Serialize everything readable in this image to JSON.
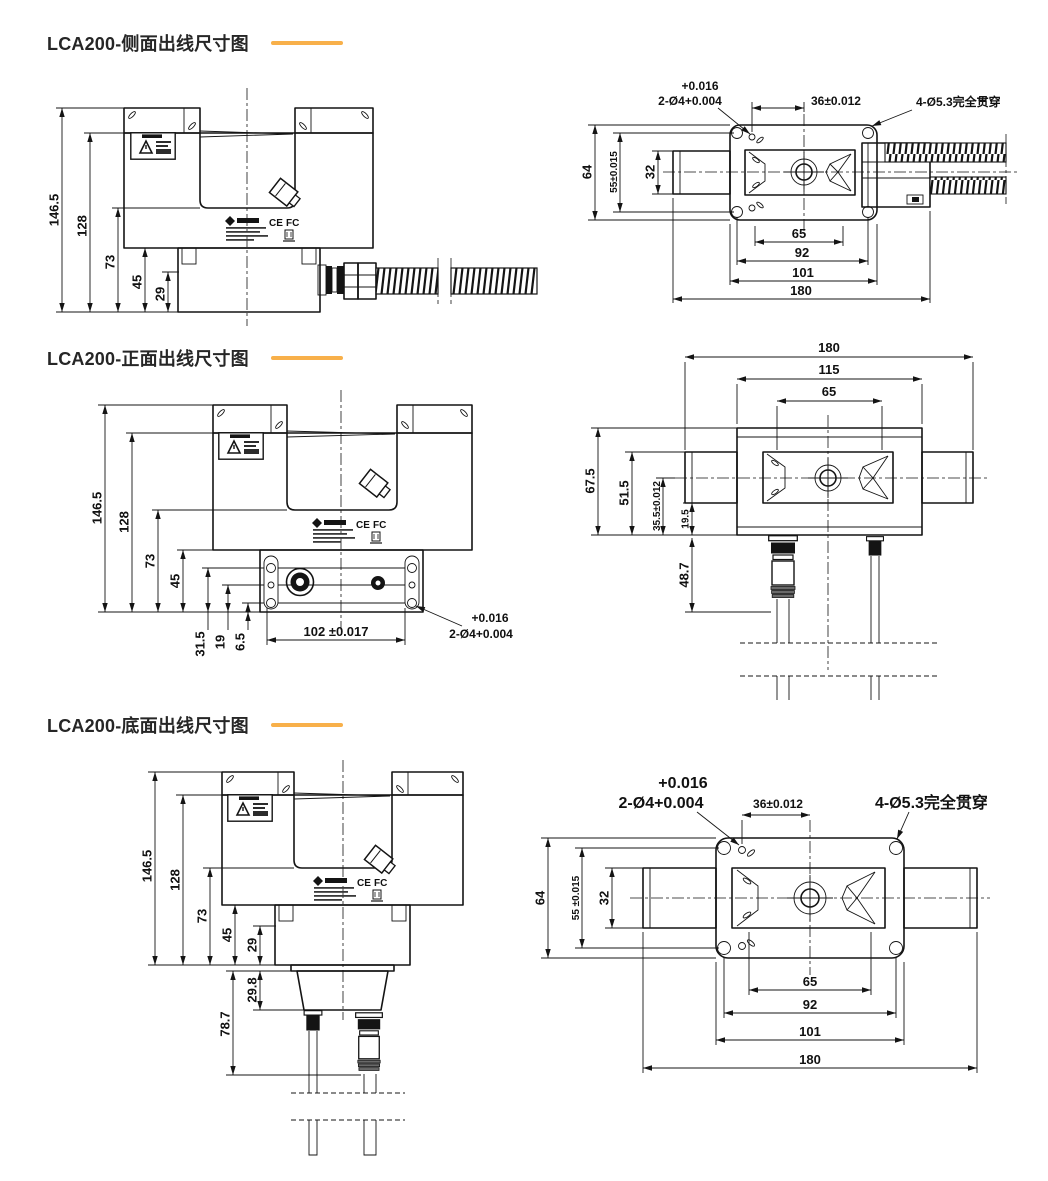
{
  "accent_color": "#F8B04A",
  "line_color": "#141414",
  "marks": {
    "ce": "CE",
    "fcc": "FC"
  },
  "sections": [
    {
      "id": "side-exit",
      "title": "LCA200-侧面出线尺寸图",
      "front": {
        "d1": "146.5",
        "d2": "128",
        "d3": "73",
        "d4": "45",
        "d5": "29"
      },
      "top": {
        "tol1": "+0.016",
        "tol2": "2-Ø4+0.004",
        "pitch": "36±0.012",
        "thru": "4-Ø5.3完全贯穿",
        "h1": "64",
        "h2": "55±0.015",
        "h3": "32",
        "w1": "65",
        "w2": "92",
        "w3": "101",
        "w4": "180"
      }
    },
    {
      "id": "front-exit",
      "title": "LCA200-正面出线尺寸图",
      "front": {
        "d1": "146.5",
        "d2": "128",
        "d3": "73",
        "d4": "45",
        "d5": "31.5",
        "d6": "19",
        "d7": "6.5",
        "w": "102 ±0.017",
        "tol1": "+0.016",
        "tol2": "2-Ø4+0.004"
      },
      "top": {
        "w1": "180",
        "w2": "115",
        "w3": "65",
        "h1": "67.5",
        "h2": "51.5",
        "h3": "35.5±0.012",
        "h4": "19.5",
        "h5": "48.7"
      }
    },
    {
      "id": "bottom-exit",
      "title": "LCA200-底面出线尺寸图",
      "front": {
        "d1": "146.5",
        "d2": "128",
        "d3": "73",
        "d4": "45",
        "d5": "29",
        "d6": "29.8",
        "d7": "78.7"
      },
      "top": {
        "tol1": "+0.016",
        "tol2": "2-Ø4+0.004",
        "pitch": "36±0.012",
        "thru": "4-Ø5.3完全贯穿",
        "h1": "64",
        "h2": "55 ±0.015",
        "h3": "32",
        "w1": "65",
        "w2": "92",
        "w3": "101",
        "w4": "180"
      }
    }
  ]
}
